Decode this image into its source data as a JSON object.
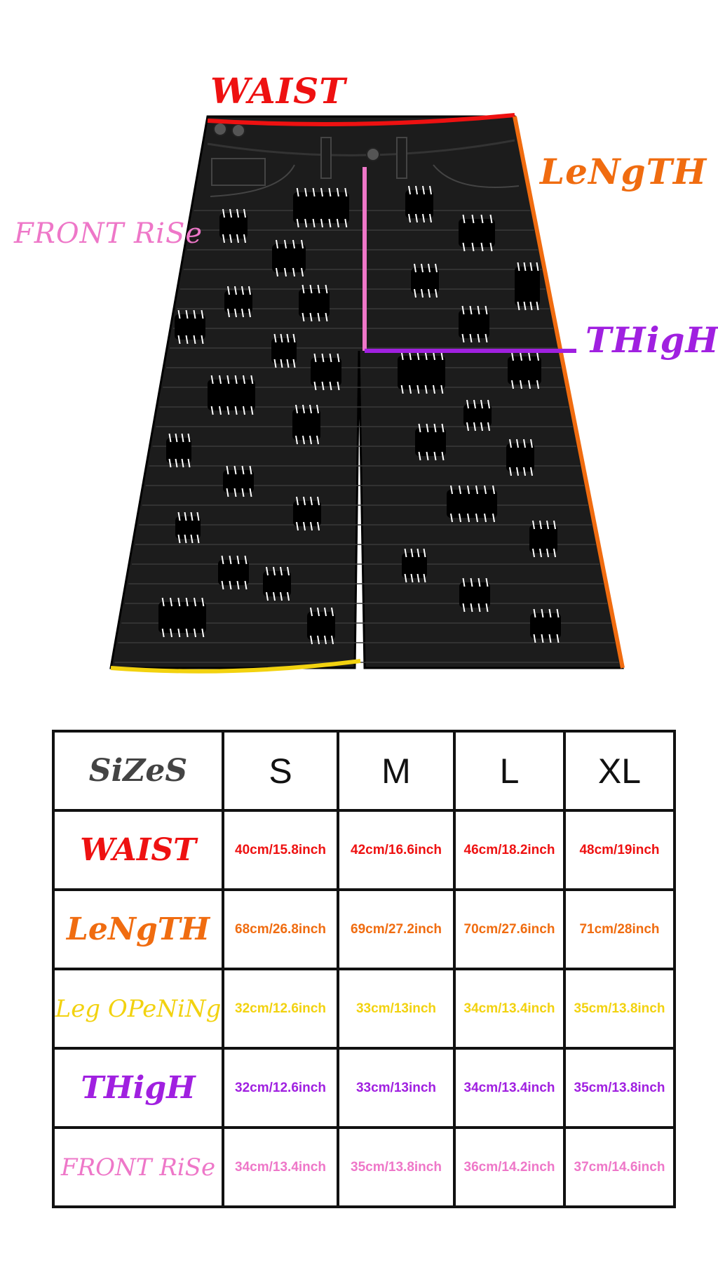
{
  "colors": {
    "waist": "#ee1111",
    "length": "#f06c10",
    "leg_opening": "#f2d20f",
    "thigh": "#a020e0",
    "front_rise": "#ee77c8",
    "sizes_label": "#444444"
  },
  "diagram": {
    "labels": {
      "waist": "WAIST",
      "length": "LeNgTH",
      "front_rise": "FRONT RiSe",
      "thigh": "THigH"
    }
  },
  "table": {
    "header": {
      "label": "SiZeS",
      "sizes": [
        "S",
        "M",
        "L",
        "XL"
      ]
    },
    "rows": [
      {
        "key": "waist",
        "label": "WAIST",
        "values": [
          "40cm/15.8inch",
          "42cm/16.6inch",
          "46cm/18.2inch",
          "48cm/19inch"
        ]
      },
      {
        "key": "length",
        "label": "LeNgTH",
        "values": [
          "68cm/26.8inch",
          "69cm/27.2inch",
          "70cm/27.6inch",
          "71cm/28inch"
        ]
      },
      {
        "key": "leg_opening",
        "label": "Leg OPeNiNg",
        "values": [
          "32cm/12.6inch",
          "33cm/13inch",
          "34cm/13.4inch",
          "35cm/13.8inch"
        ]
      },
      {
        "key": "thigh",
        "label": "THigH",
        "values": [
          "32cm/12.6inch",
          "33cm/13inch",
          "34cm/13.4inch",
          "35cm/13.8inch"
        ]
      },
      {
        "key": "front_rise",
        "label": "FRONT RiSe",
        "values": [
          "34cm/13.4inch",
          "35cm/13.8inch",
          "36cm/14.2inch",
          "37cm/14.6inch"
        ]
      }
    ]
  }
}
